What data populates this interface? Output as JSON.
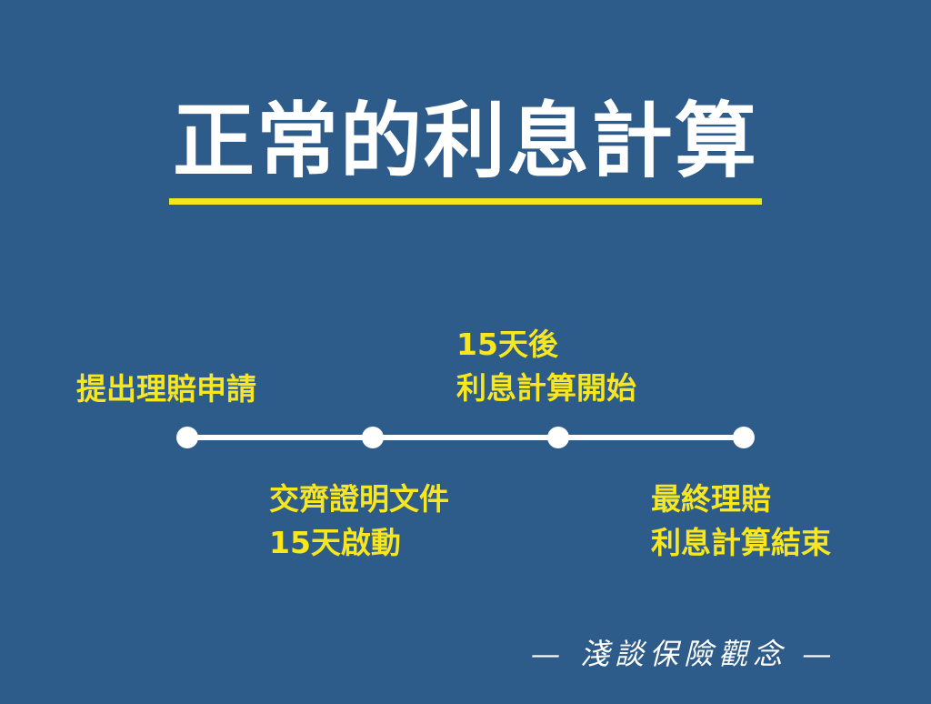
{
  "title": "正常的利息計算",
  "timeline": {
    "points": [
      {
        "lines": [
          "提出理賠申請"
        ]
      },
      {
        "lines": [
          "交齊證明文件",
          "15天啟動"
        ]
      },
      {
        "lines": [
          "15天後",
          "利息計算開始"
        ]
      },
      {
        "lines": [
          "最終理賠",
          "利息計算結束"
        ]
      }
    ]
  },
  "footer": "— 淺談保險觀念 —",
  "colors": {
    "background": "#2d5b8a",
    "accent": "#f5e51f",
    "label": "#f8e61e",
    "line": "#ffffff"
  }
}
